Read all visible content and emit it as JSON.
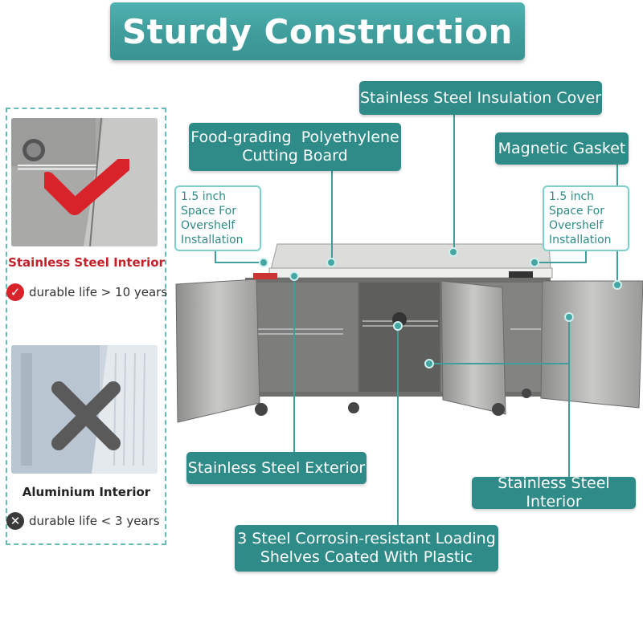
{
  "title": "Sturdy Construction",
  "callouts": {
    "insulation_cover": "Stainless Steel Insulation Cover",
    "cutting_board_line1": "Food-grading  Polyethylene",
    "cutting_board_line2": "Cutting Board",
    "magnetic_gasket": "Magnetic Gasket",
    "overshelf_left": [
      "1.5 inch",
      "Space For",
      "Overshelf",
      "Installation"
    ],
    "overshelf_right": [
      "1.5 inch",
      "Space For",
      "Overshelf",
      "Installation"
    ],
    "exterior": "Stainless Steel Exterior",
    "interior": "Stainless Steel Interior",
    "shelves_line1": "3 Steel Corrosin-resistant Loading",
    "shelves_line2": "Shelves Coated With Plastic"
  },
  "comparison": {
    "good_label": "Stainless Steel Interior",
    "good_life": "durable life > 10 years",
    "bad_label": "Aluminium Interior",
    "bad_life": "durable life < 3 years",
    "good_icon": "check-icon",
    "bad_icon": "x-icon"
  },
  "colors": {
    "teal": "#2f8b88",
    "banner": "#45a6a4",
    "red": "#c4202a",
    "gray_x": "#5a5a5a"
  }
}
